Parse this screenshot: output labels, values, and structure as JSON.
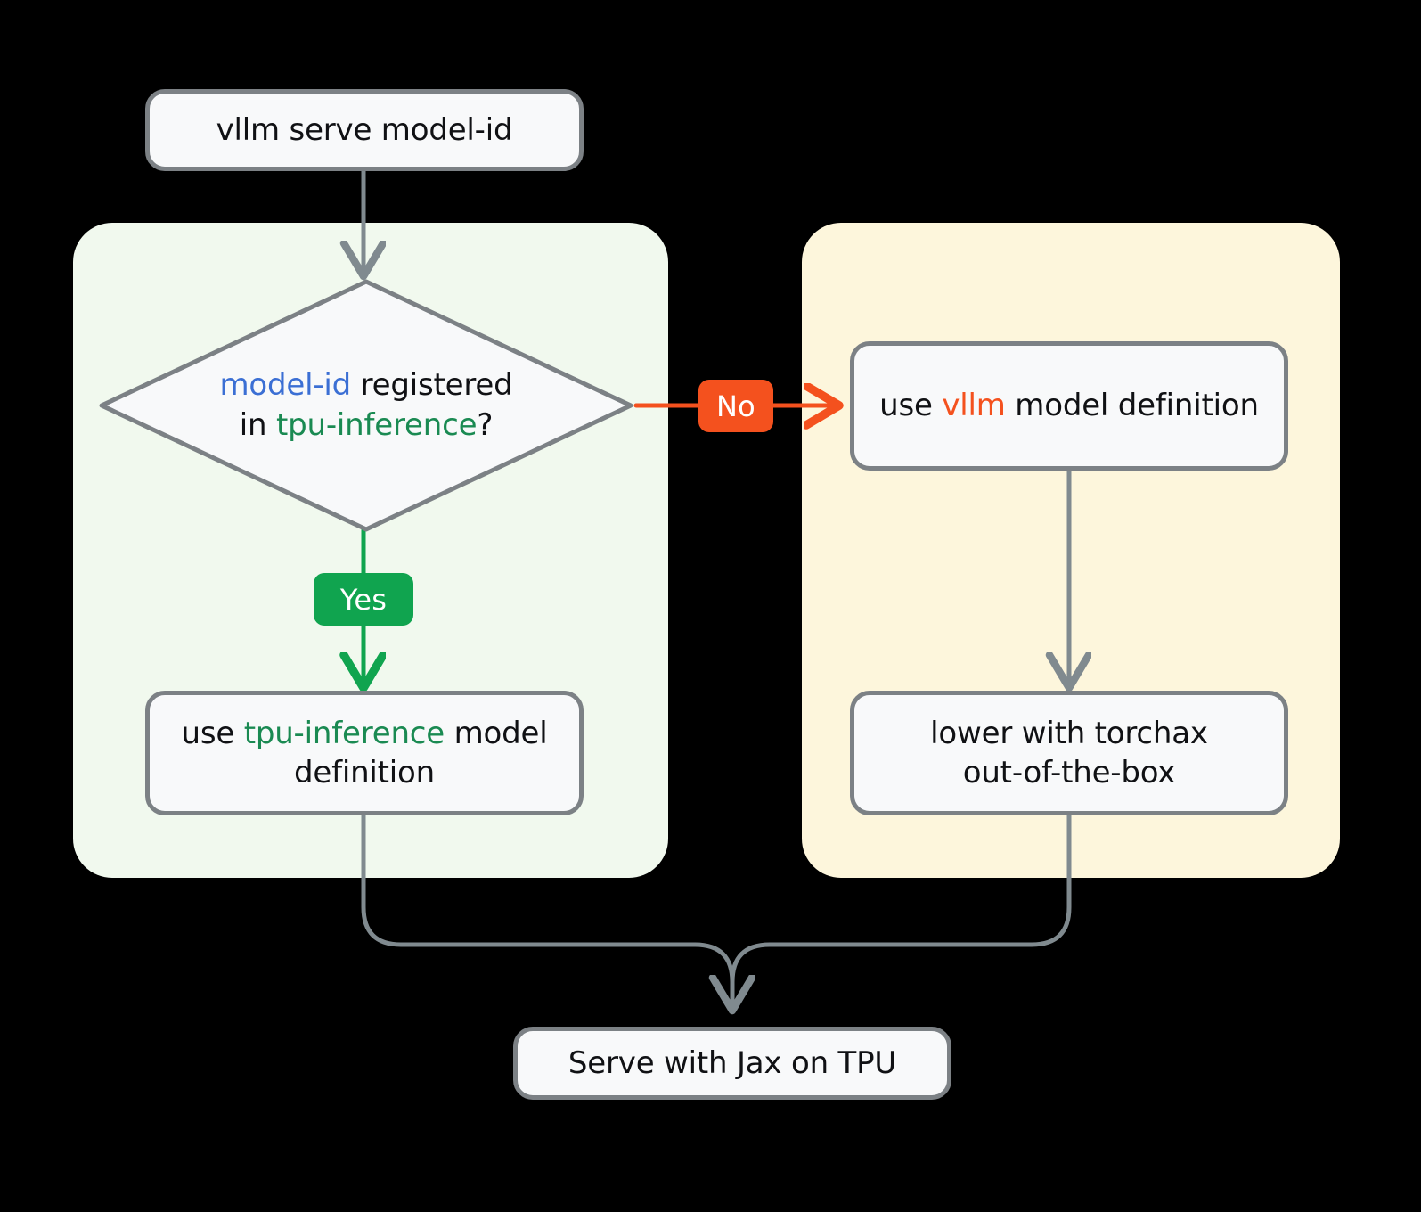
{
  "diagram": {
    "title": "vLLM TPU model-definition routing flowchart",
    "background": "#000000",
    "edge_color": "#808a8f",
    "node_fill": "#f8f9fa",
    "node_border": "#7c8185",
    "panels": [
      {
        "key": "tpu_inference_panel",
        "fill": "#f1f9ee"
      },
      {
        "key": "vllm_panel",
        "fill": "#fdf6dc"
      }
    ],
    "accent_colors": {
      "blue": "#3b6fd4",
      "green": "#1a8a52",
      "orange": "#f4511e",
      "yes_badge": "#10a44f",
      "no_badge": "#f4511e"
    }
  },
  "nodes": {
    "start": {
      "text": "vllm serve model-id"
    },
    "decision": {
      "line1_tok1": "model-id",
      "line1_tok2": " registered",
      "line2_tok1": "in ",
      "line2_tok2": "tpu-inference",
      "line2_tok3": "?"
    },
    "yes_branch": {
      "text": "use ",
      "highlight": "tpu-inference",
      "tail": " model definition"
    },
    "no_branch": {
      "text": "use ",
      "highlight": "vllm",
      "tail": " model definition"
    },
    "torchax": {
      "line1": "lower with torchax",
      "line2": "out-of-the-box"
    },
    "end": {
      "text": "Serve with Jax on TPU"
    }
  },
  "edges": {
    "yes_label": "Yes",
    "no_label": "No"
  }
}
